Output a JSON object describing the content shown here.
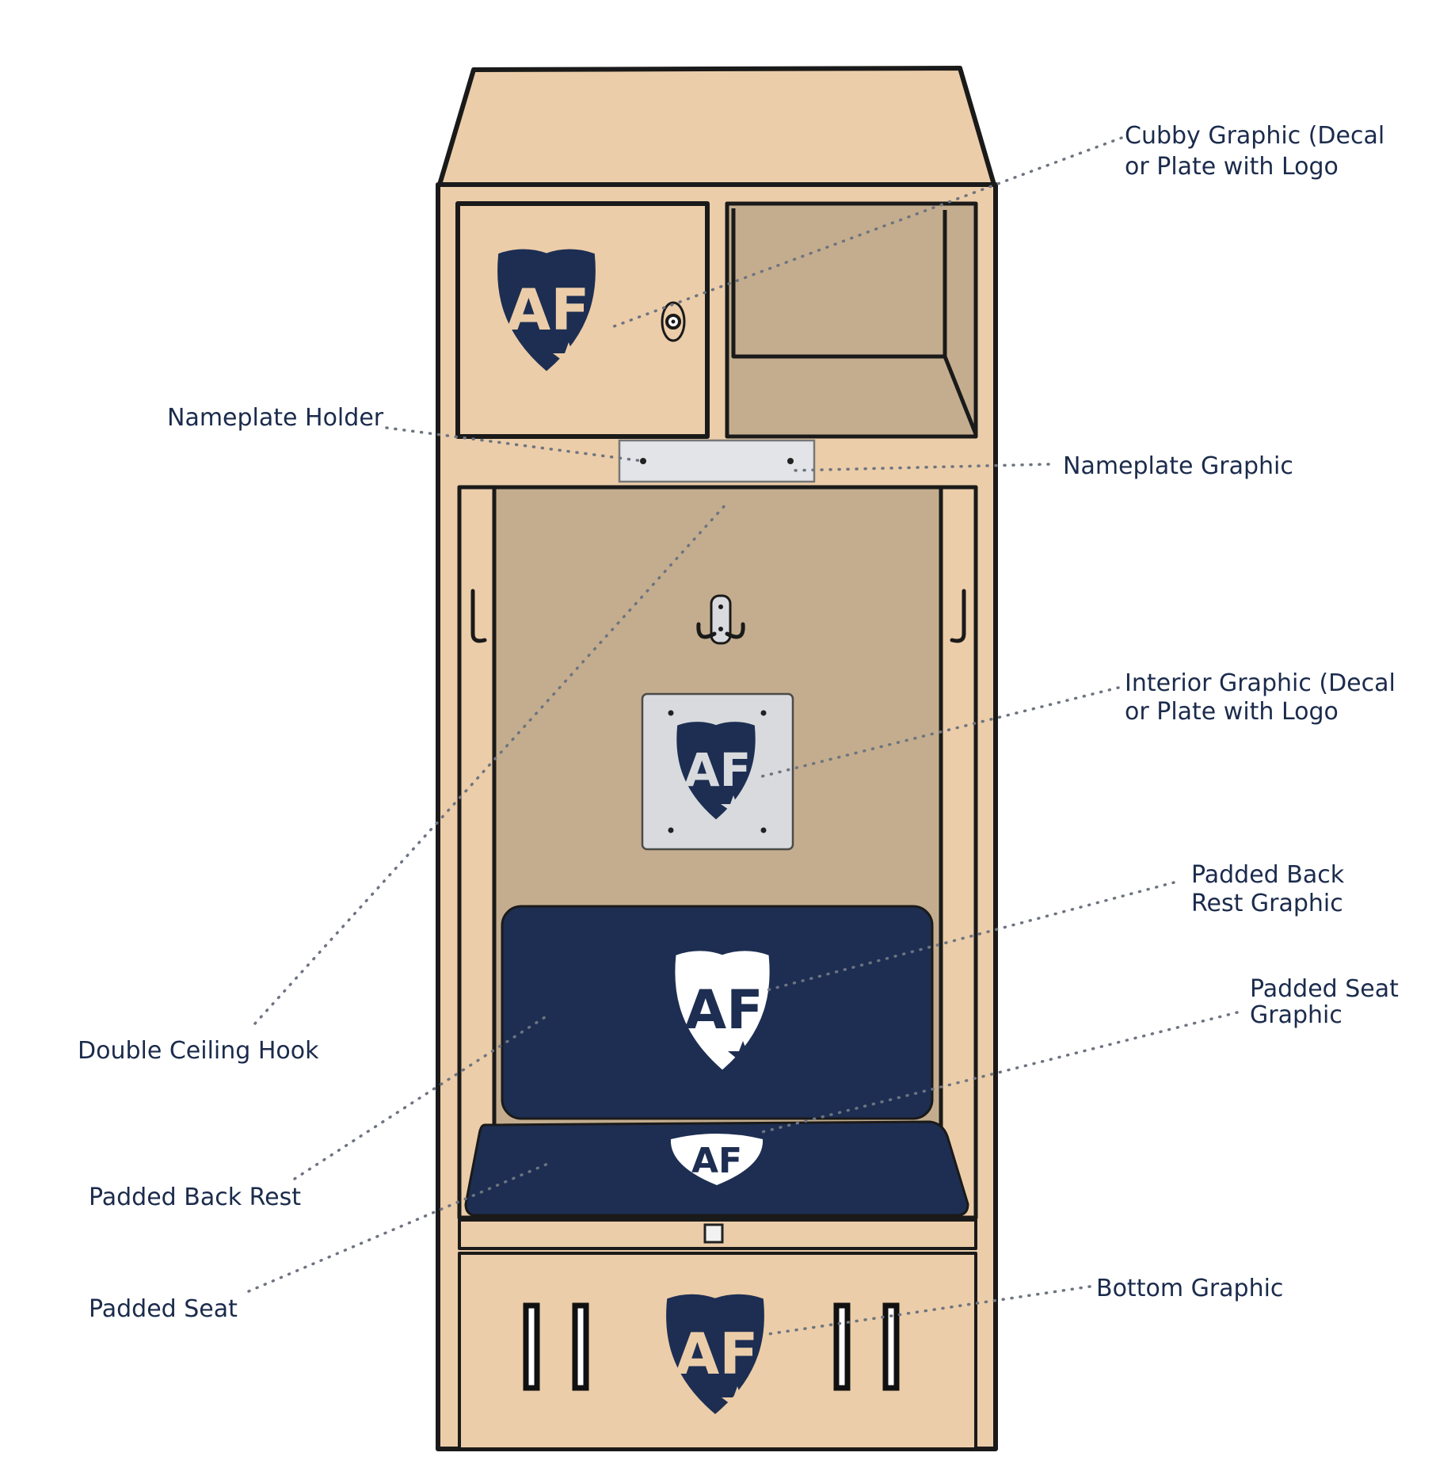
{
  "labels": {
    "cubby_graphic_line1": "Cubby Graphic (Decal",
    "cubby_graphic_line2": "or Plate with Logo",
    "nameplate_holder": "Nameplate Holder",
    "nameplate_graphic": "Nameplate Graphic",
    "interior_graphic_line1": "Interior Graphic (Decal",
    "interior_graphic_line2": "or Plate with Logo",
    "padded_back_rest_graphic_line1": "Padded Back",
    "padded_back_rest_graphic_line2": "Rest Graphic",
    "padded_seat_graphic_line1": "Padded Seat",
    "padded_seat_graphic_line2": "Graphic",
    "double_ceiling_hook": "Double Ceiling Hook",
    "padded_back_rest": "Padded Back Rest",
    "padded_seat": "Padded Seat",
    "bottom_graphic": "Bottom Graphic"
  },
  "logo_text": "AF",
  "colors": {
    "wood": "#eccda9",
    "interior": "#c4ad8e",
    "navy": "#1d2e52",
    "label_text": "#1b2b4c",
    "leader_line": "#6d7480",
    "plate": "#d8dadd"
  },
  "icons": [
    "af-shield-logo-icon",
    "lock-icon",
    "ceiling-hook-icon",
    "side-hook-icon"
  ]
}
